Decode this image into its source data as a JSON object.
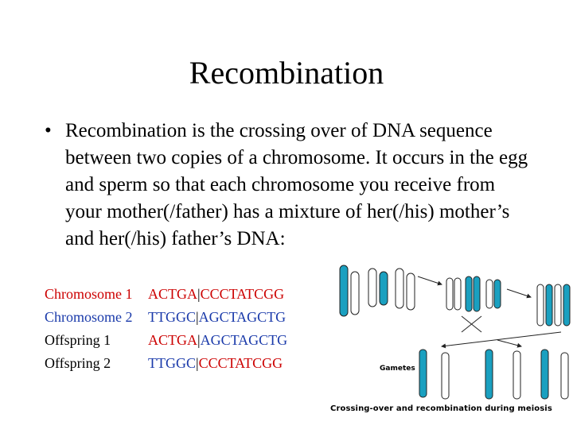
{
  "slide": {
    "title": "Recombination",
    "bullet_marker": "•",
    "bullet_text": "Recombination is the crossing over of DNA sequence between two copies of a chromosome. It occurs in the egg and sperm so that each chromosome you receive from your mother(/father) has a mixture of her(/his) mother’s and her(/his) father’s DNA:"
  },
  "sequences": [
    {
      "label": "Chromosome 1",
      "label_color": "red",
      "parts": [
        {
          "text": "ACTGA",
          "color": "red"
        },
        {
          "text": "|",
          "color": "black"
        },
        {
          "text": "CCCTATCGG",
          "color": "red"
        }
      ]
    },
    {
      "label": "Chromosome 2",
      "label_color": "blue",
      "parts": [
        {
          "text": "TTGGC",
          "color": "blue"
        },
        {
          "text": "|",
          "color": "black"
        },
        {
          "text": "AGCTAGCTG",
          "color": "blue"
        }
      ]
    },
    {
      "label": "Offspring 1",
      "label_color": "black",
      "parts": [
        {
          "text": "ACTGA",
          "color": "red"
        },
        {
          "text": "|",
          "color": "black"
        },
        {
          "text": "AGCTAGCTG",
          "color": "blue"
        }
      ]
    },
    {
      "label": "Offspring 2",
      "label_color": "black",
      "parts": [
        {
          "text": "TTGGC",
          "color": "blue"
        },
        {
          "text": "|",
          "color": "black"
        },
        {
          "text": "CCCTATCGG",
          "color": "red"
        }
      ]
    }
  ],
  "figure": {
    "gametes_label": "Gametes",
    "caption": "Crossing-over and recombination during meiosis",
    "chromatid_color": "#1aa0c0"
  },
  "colors": {
    "red": "#cc0000",
    "blue": "#1a3aaa",
    "black": "#000000"
  }
}
